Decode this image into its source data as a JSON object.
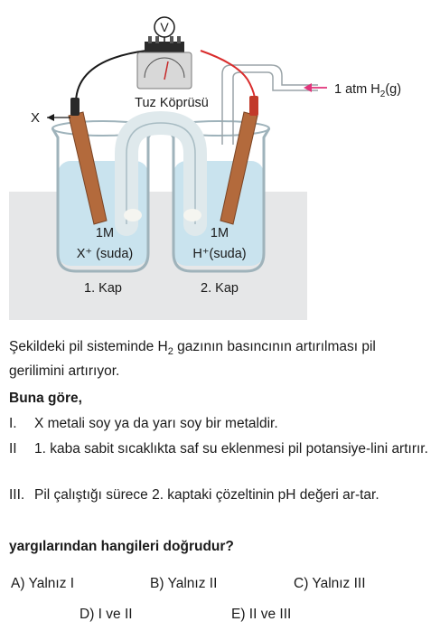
{
  "diagram": {
    "voltmeter_symbol": "V",
    "salt_bridge_label": "Tuz Köprüsü",
    "electrode_x_label": "X",
    "gas_label": "1 atm H",
    "gas_subscript": "2",
    "gas_suffix": "(g)",
    "left_beaker": {
      "concentration": "1M",
      "solution": "X⁺ (suda)",
      "name": "1. Kap"
    },
    "right_beaker": {
      "concentration": "1M",
      "solution": "H⁺(suda)",
      "name": "2. Kap"
    },
    "colors": {
      "solution": "#c9e3ee",
      "glass": "#9fb3bb",
      "electrode": "#b36a3c",
      "wire_red": "#d92c2c",
      "wire_black": "#1a1a1a",
      "arrow_pink": "#e0337a",
      "background_panel": "#e6e7e8"
    }
  },
  "question": {
    "intro_part1": "Şekildeki pil sisteminde H",
    "intro_sub": "2",
    "intro_part2": " gazının basıncının artırılması pil gerilimini artırıyor.",
    "lead": "Buna göre,",
    "statements": [
      {
        "num": "I.",
        "text": "X metali soy ya da yarı soy bir metaldir."
      },
      {
        "num": "II",
        "text": "1. kaba sabit sıcaklıkta saf su eklenmesi pil potansiye-lini artırır."
      },
      {
        "num": "III.",
        "text": "Pil çalıştığı sürece 2. kaptaki çözeltinin pH değeri ar-tar."
      }
    ],
    "ask": "yargılarından hangileri doğrudur?",
    "options": {
      "A": "A) Yalnız I",
      "B": "B) Yalnız II",
      "C": "C) Yalnız III",
      "D": "D) I ve II",
      "E": "E) II ve III"
    }
  }
}
